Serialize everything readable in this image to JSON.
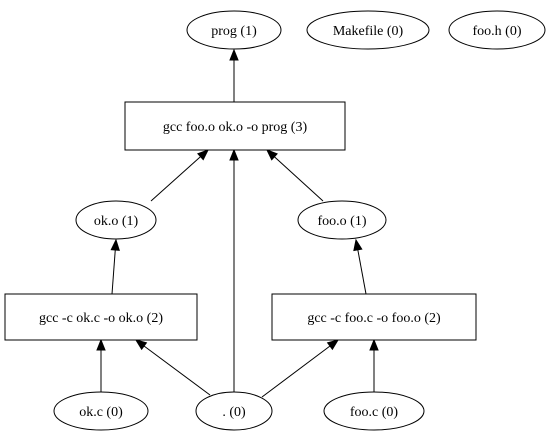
{
  "nodes": {
    "prog": {
      "label": "prog (1)"
    },
    "makefile": {
      "label": "Makefile (0)"
    },
    "foo_h": {
      "label": "foo.h (0)"
    },
    "gcc_link": {
      "label": "gcc foo.o ok.o -o prog (3)"
    },
    "ok_o": {
      "label": "ok.o (1)"
    },
    "foo_o": {
      "label": "foo.o (1)"
    },
    "gcc_ok": {
      "label": "gcc -c ok.c -o ok.o (2)"
    },
    "gcc_foo": {
      "label": "gcc -c foo.c -o foo.o (2)"
    },
    "ok_c": {
      "label": "ok.c (0)"
    },
    "dot": {
      "label": ". (0)"
    },
    "foo_c": {
      "label": "foo.c (0)"
    }
  },
  "edges": [
    {
      "from": "gcc_link",
      "to": "prog"
    },
    {
      "from": "ok_o",
      "to": "gcc_link"
    },
    {
      "from": "dot",
      "to": "gcc_link"
    },
    {
      "from": "foo_o",
      "to": "gcc_link"
    },
    {
      "from": "gcc_ok",
      "to": "ok_o"
    },
    {
      "from": "gcc_foo",
      "to": "foo_o"
    },
    {
      "from": "ok_c",
      "to": "gcc_ok"
    },
    {
      "from": "dot",
      "to": "gcc_ok"
    },
    {
      "from": "dot",
      "to": "gcc_foo"
    },
    {
      "from": "foo_c",
      "to": "gcc_foo"
    }
  ]
}
